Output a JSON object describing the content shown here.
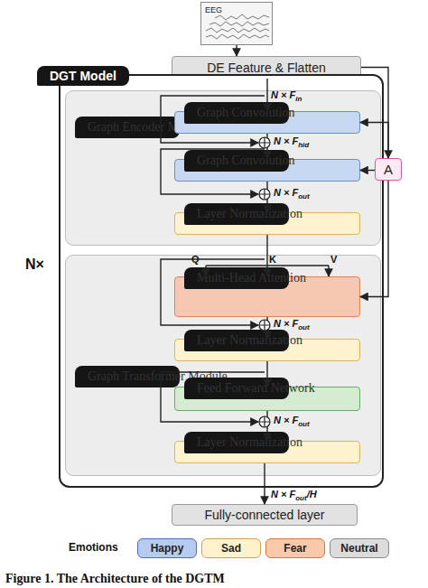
{
  "diagram": {
    "caption": "Figure 1. The Architecture of the DGTM",
    "nodes": [
      {
        "text": [
          "EEG"
        ]
      },
      {
        "text": [
          "DE Feature & Flatten"
        ]
      },
      {
        "text": [
          "DGT Model"
        ]
      },
      {
        "text": [
          "Graph Encoder Module"
        ],
        "in": 2
      },
      {
        "text": [
          "Graph Convolution"
        ],
        "in": 3
      },
      {
        "text": [
          "Graph Convolution"
        ],
        "in": 3
      },
      {
        "text": [
          "Layer Normalization"
        ],
        "in": 3
      },
      {
        "text": [
          "Graph Transformer Module"
        ],
        "in": 2
      },
      {
        "text": [
          "Multi-Head Attention"
        ],
        "in": 7
      },
      {
        "text": [
          "Layer Normalization"
        ],
        "in": 7
      },
      {
        "text": [
          "Feed Forward Network"
        ],
        "in": 7
      },
      {
        "text": [
          "Layer Normalization"
        ],
        "in": 7
      },
      {
        "text": [
          "A"
        ]
      },
      {
        "text": [
          "Fully-connected layer"
        ]
      },
      {
        "text": [
          "Happy"
        ]
      },
      {
        "text": [
          "Sad"
        ]
      },
      {
        "text": [
          "Fear"
        ]
      },
      {
        "text": [
          "Neutral"
        ]
      }
    ],
    "edges": [
      {
        "from": 0,
        "to": 1,
        "arrow": "to"
      },
      {
        "from": 1,
        "to": 4,
        "arrow": "to"
      },
      {
        "from": 4,
        "to": 5,
        "arrow": "to"
      },
      {
        "from": 5,
        "to": 6,
        "arrow": "to"
      },
      {
        "from": 6,
        "to": 8,
        "arrow": "to"
      },
      {
        "from": 8,
        "to": 9,
        "arrow": "to"
      },
      {
        "from": 9,
        "to": 10,
        "arrow": "to"
      },
      {
        "from": 10,
        "to": 11,
        "arrow": "to"
      },
      {
        "from": 11,
        "to": 13,
        "arrow": "to"
      },
      {
        "from": 1,
        "to": 12,
        "arrow": "to"
      },
      {
        "from": 12,
        "to": 4,
        "arrow": "to"
      },
      {
        "from": 12,
        "to": 5,
        "arrow": "to"
      },
      {
        "from": 12,
        "to": 8,
        "arrow": "to"
      }
    ],
    "labels": [
      "N×",
      "N × F",
      "in",
      "N × F",
      "hid",
      "N × F",
      "out",
      "Q",
      "K",
      "V",
      "N × F",
      "out",
      "N × F",
      "out",
      "N × F",
      "out",
      "/H",
      "Emotions"
    ]
  }
}
